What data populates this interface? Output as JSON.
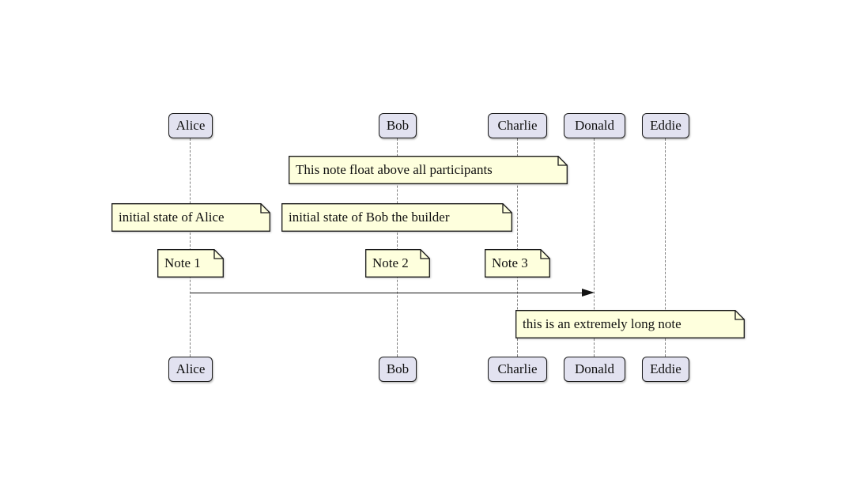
{
  "diagram": {
    "type": "sequence-diagram",
    "participants": [
      {
        "name": "Alice"
      },
      {
        "name": "Bob"
      },
      {
        "name": "Charlie"
      },
      {
        "name": "Donald"
      },
      {
        "name": "Eddie"
      }
    ],
    "notes": [
      {
        "text": "This note float above all participants"
      },
      {
        "text": "initial state of Alice"
      },
      {
        "text": "initial state of Bob the builder"
      },
      {
        "text": "Note 1"
      },
      {
        "text": "Note 2"
      },
      {
        "text": "Note 3"
      },
      {
        "text": "this is an extremely long note"
      }
    ],
    "messages": [
      {
        "from": "Alice",
        "to": "Donald",
        "label": ""
      }
    ]
  },
  "colors": {
    "background": "#FFFFFF",
    "participant_fill": "#E2E2F0",
    "participant_border": "#181818",
    "note_fill": "#FEFFDD",
    "note_border": "#181818",
    "lifeline": "#7F7F7F",
    "arrow": "#141414",
    "text": "#101010"
  }
}
